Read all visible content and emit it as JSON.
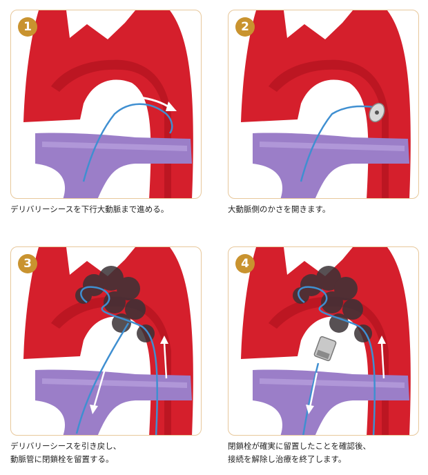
{
  "steps": [
    {
      "number": "1",
      "caption_lines": [
        "デリバリーシースを下行大動脈まで進める。"
      ]
    },
    {
      "number": "2",
      "caption_lines": [
        "大動脈側のかさを開きます。"
      ]
    },
    {
      "number": "3",
      "caption_lines": [
        "デリバリーシースを引き戻し、",
        "動脈管に閉鎖栓を留置する。"
      ]
    },
    {
      "number": "4",
      "caption_lines": [
        "閉鎖栓が確実に留置したことを確認後、",
        "接続を解除し治療を終了します。"
      ]
    }
  ],
  "colors": {
    "aorta": "#d51f2c",
    "aorta_dark": "#a80f1b",
    "pulmonary_artery": "#9b7ec8",
    "wire": "#3f8fd1",
    "badge": "#c9932f",
    "panel_border": "#e7c79a"
  }
}
